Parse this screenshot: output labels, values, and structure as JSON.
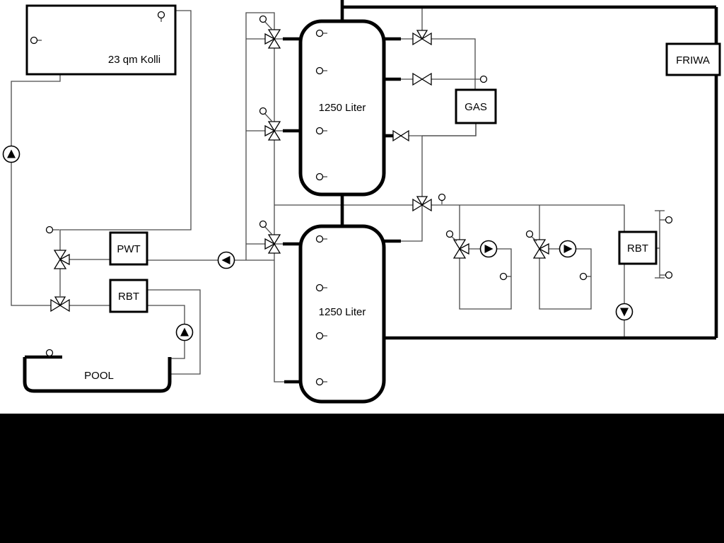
{
  "diagram": {
    "collector": {
      "label": "23 qm Kolli"
    },
    "buffer_tank_top": {
      "label": "1250 Liter"
    },
    "buffer_tank_bottom": {
      "label": "1250 Liter"
    },
    "boiler": {
      "label": "GAS"
    },
    "fresh_water_station": {
      "label": "FRIWA"
    },
    "heat_exchanger_pwt": {
      "label": "PWT"
    },
    "heat_exchanger_rbt_left": {
      "label": "RBT"
    },
    "heat_exchanger_rbt_right": {
      "label": "RBT"
    },
    "pool": {
      "label": "POOL"
    },
    "colors": {
      "pipe_thick": "#000000",
      "pipe_thin": "#4a4a4a",
      "background": "#ffffff",
      "bottom_band": "#000000"
    }
  }
}
